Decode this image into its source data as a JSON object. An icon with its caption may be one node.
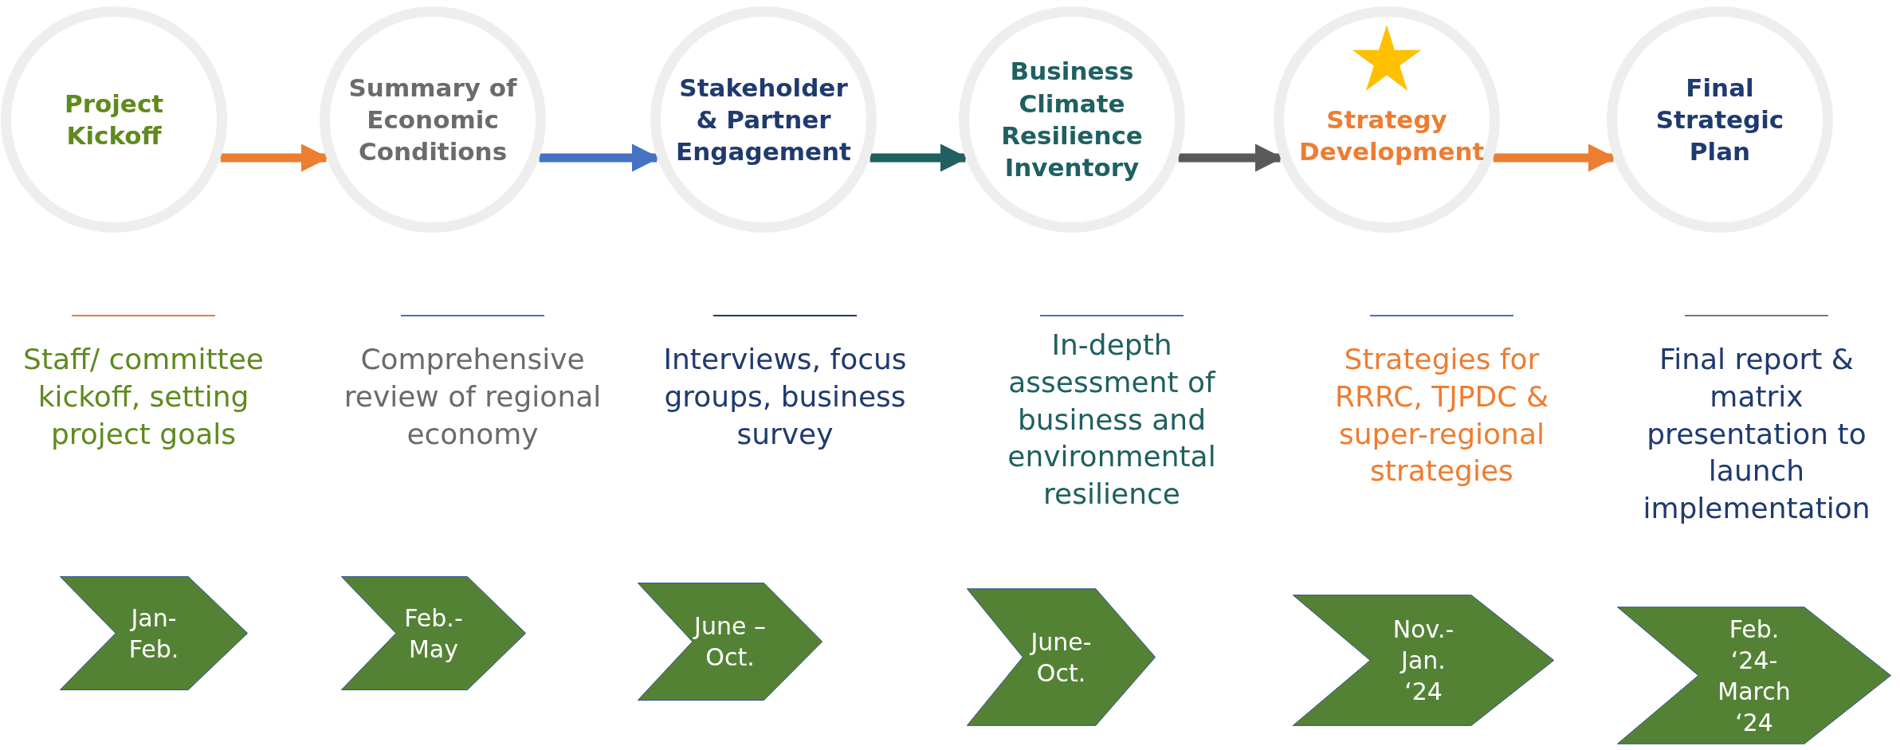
{
  "diagram": {
    "nodes": [
      {
        "text": [
          "Project Kickoff"
        ],
        "beside": [
          "Staff/ committee kickoff, setting project goals"
        ]
      },
      {
        "text": [
          "Summary of Economic Conditions"
        ],
        "beside": [
          "Comprehensive review of regional economy"
        ]
      },
      {
        "text": [
          "Stakeholder & Partner Engagement"
        ],
        "beside": [
          "Interviews, focus groups, business survey"
        ]
      },
      {
        "text": [
          "Business Climate Resilience Inventory"
        ],
        "beside": [
          "In-depth assessment of business and environmental resilience"
        ]
      },
      {
        "text": [
          "Strategy Development"
        ],
        "beside": [
          "Strategies for RRRC, TJPDC & super-regional strategies"
        ]
      },
      {
        "text": [
          "Final Strategic Plan"
        ],
        "beside": [
          "Final report &  matrix presentation to launch implementation"
        ]
      },
      {
        "text": [
          "Jan- Feb."
        ]
      },
      {
        "text": [
          "Feb.- May"
        ]
      },
      {
        "text": [
          "June – Oct."
        ]
      },
      {
        "text": [
          "June- Oct."
        ]
      },
      {
        "text": [
          "Nov.- Jan. ‘24"
        ]
      },
      {
        "text": [
          "Feb. ‘24- March ‘24"
        ]
      }
    ],
    "edges": [
      {
        "from": 0,
        "to": 1,
        "arrow": "to",
        "color": "#ed7d31"
      },
      {
        "from": 1,
        "to": 2,
        "arrow": "to",
        "color": "#4472c4"
      },
      {
        "from": 2,
        "to": 3,
        "arrow": "to",
        "color": "#1f6060"
      },
      {
        "from": 3,
        "to": 4,
        "arrow": "to",
        "color": "#595959"
      },
      {
        "from": 4,
        "to": 5,
        "arrow": "to",
        "color": "#ed7d31"
      }
    ]
  }
}
